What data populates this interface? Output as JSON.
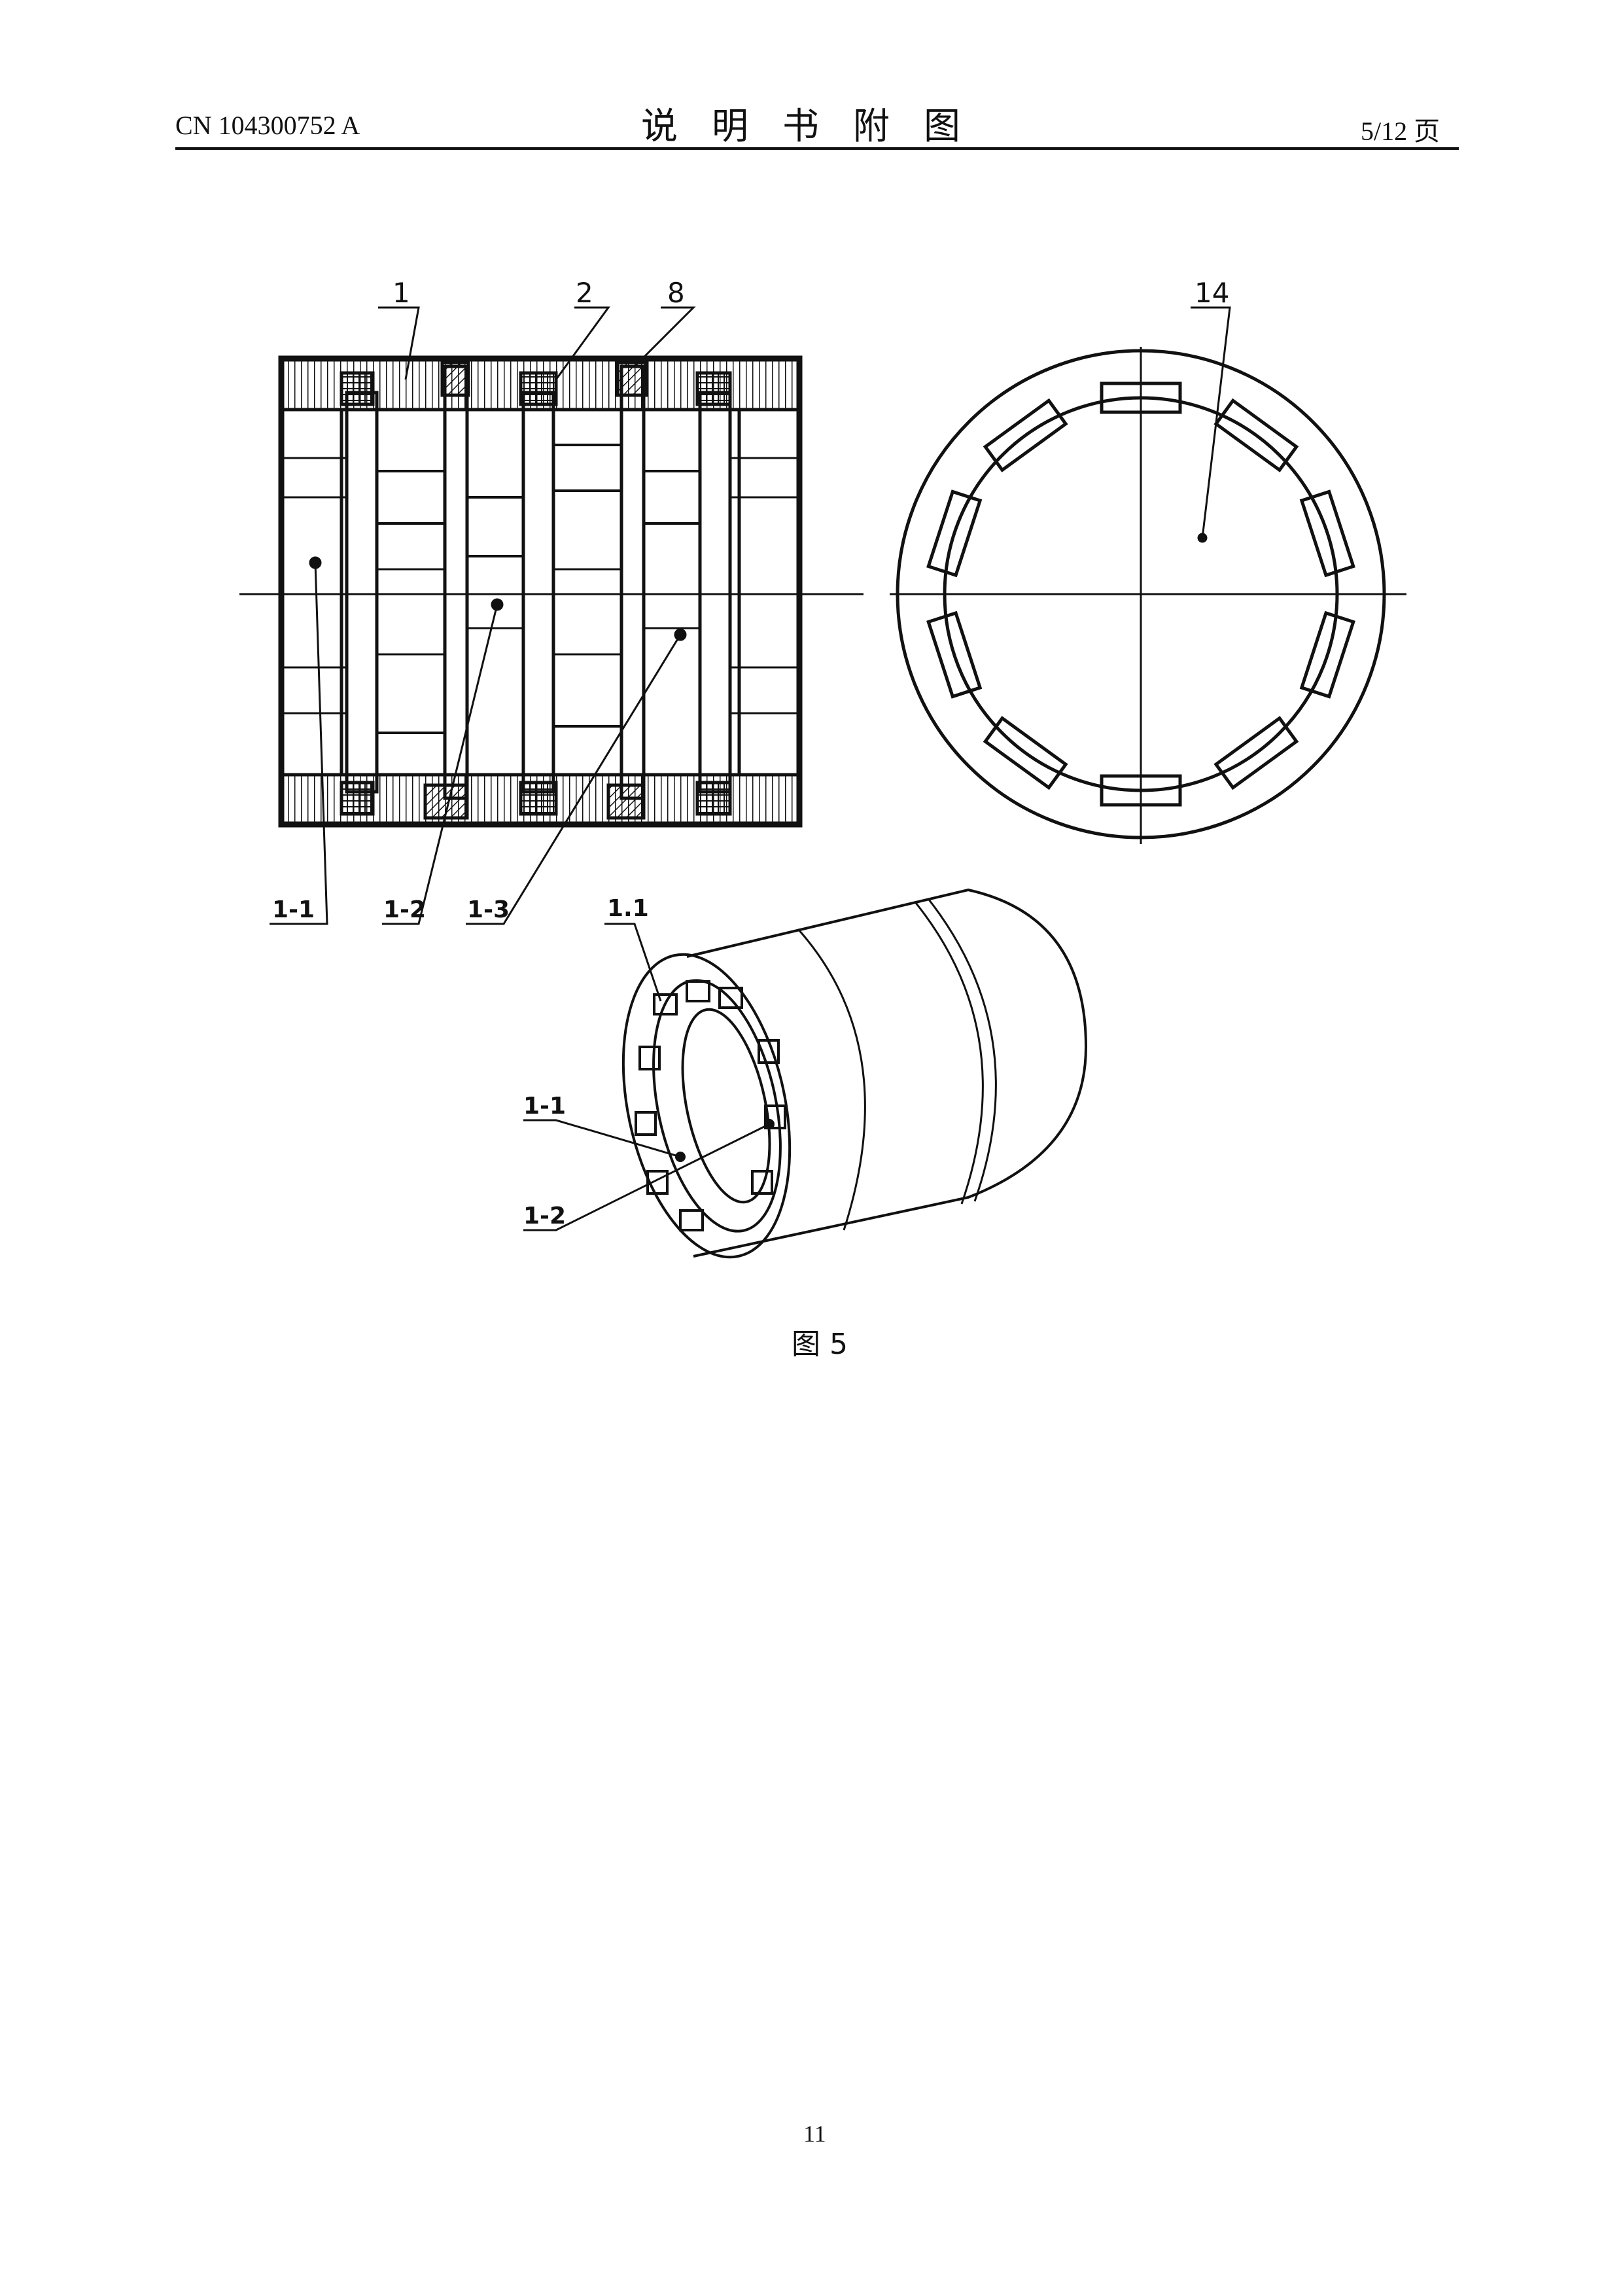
{
  "header": {
    "patent_number": "CN 104300752 A",
    "section_title": "说明书附图",
    "page_indicator": "5/12 页"
  },
  "figure": {
    "caption": "图 5",
    "labels": {
      "l1": "1",
      "l2": "2",
      "l8": "8",
      "l14": "14",
      "l1_1": "1-1",
      "l1_2": "1-2",
      "l1_3": "1-3",
      "l1_dot_1": "1.1",
      "l3d_1_1": "1-1",
      "l3d_1_2": "1-2"
    }
  },
  "footer": {
    "page_number": "11"
  }
}
